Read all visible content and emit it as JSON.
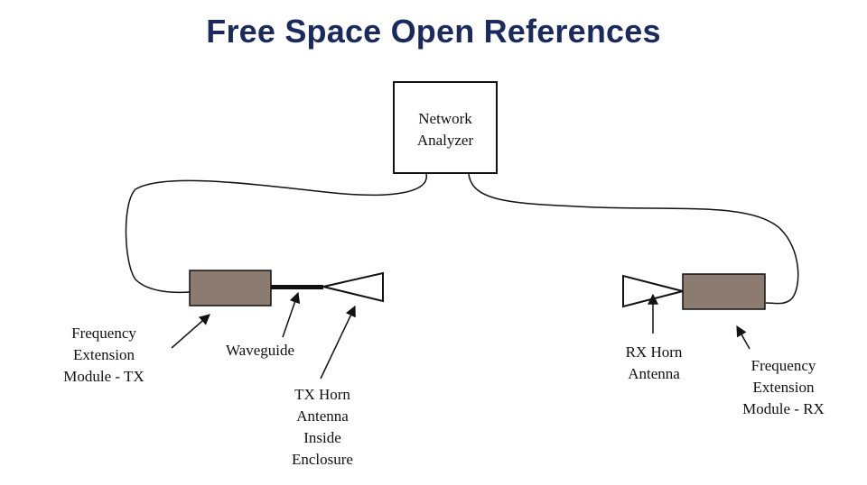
{
  "title": "Free Space Open References",
  "diagram": {
    "network_analyzer": [
      "Network",
      "Analyzer"
    ],
    "freq_ext_tx": [
      "Frequency",
      "Extension",
      "Module - TX"
    ],
    "waveguide": [
      "Waveguide"
    ],
    "tx_horn": [
      "TX Horn",
      "Antenna",
      "Inside",
      "Enclosure"
    ],
    "rx_horn": [
      "RX Horn",
      "Antenna"
    ],
    "freq_ext_rx": [
      "Frequency",
      "Extension",
      "Module - RX"
    ]
  },
  "colors": {
    "title": "#1b2a5e",
    "module_fill": "#8c7b70",
    "stroke": "#111111"
  }
}
